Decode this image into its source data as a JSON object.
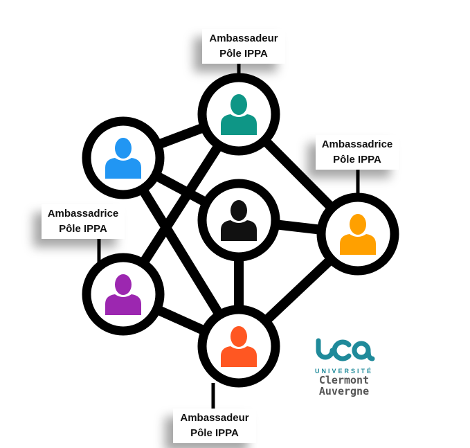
{
  "nodes": [
    {
      "id": "teal",
      "color": "#0e9686"
    },
    {
      "id": "blue",
      "color": "#2196f3"
    },
    {
      "id": "center",
      "color": "#111111"
    },
    {
      "id": "orange",
      "color": "#ffa000"
    },
    {
      "id": "purple",
      "color": "#9c27b0"
    },
    {
      "id": "red",
      "color": "#ff5722"
    }
  ],
  "edges": [
    [
      "blue",
      "teal"
    ],
    [
      "blue",
      "center"
    ],
    [
      "blue",
      "red"
    ],
    [
      "teal",
      "purple"
    ],
    [
      "teal",
      "orange"
    ],
    [
      "center",
      "orange"
    ],
    [
      "center",
      "red"
    ],
    [
      "purple",
      "red"
    ],
    [
      "orange",
      "red"
    ]
  ],
  "labels": {
    "top": {
      "line1": "Ambassadeur",
      "line2": "Pôle IPPA"
    },
    "right": {
      "line1": "Ambassadrice",
      "line2": "Pôle IPPA"
    },
    "left": {
      "line1": "Ambassadrice",
      "line2": "Pôle IPPA"
    },
    "bottom": {
      "line1": "Ambassadeur",
      "line2": "Pôle IPPA"
    }
  },
  "logo": {
    "mark": "uca",
    "university": "UNIVERSITÉ",
    "line1": "Clermont",
    "line2": "Auvergne",
    "color": "#1f8a9a"
  }
}
